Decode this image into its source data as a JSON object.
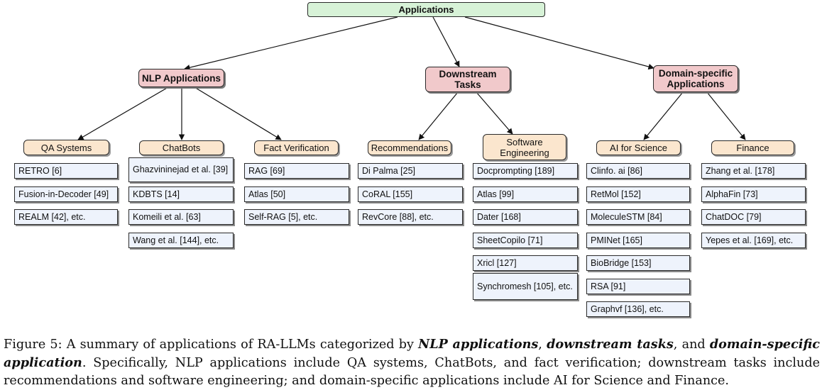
{
  "diagram": {
    "root": "Applications",
    "categories": [
      {
        "label": "NLP Applications",
        "subcategories": [
          {
            "label": "QA Systems",
            "items": [
              "RETRO [6]",
              "Fusion-in-Decoder [49]",
              "REALM [42], etc."
            ]
          },
          {
            "label": "ChatBots",
            "items": [
              "Ghazvininejad et al. [39]",
              "KDBTS [14]",
              "Komeili et al. [63]",
              "Wang et al. [144], etc."
            ]
          },
          {
            "label": "Fact Verification",
            "items": [
              "RAG [69]",
              "Atlas [50]",
              "Self-RAG [5], etc."
            ]
          }
        ]
      },
      {
        "label": "Downstream Tasks",
        "subcategories": [
          {
            "label": "Recommendations",
            "items": [
              "Di Palma [25]",
              "CoRAL [155]",
              "RevCore [88], etc."
            ]
          },
          {
            "label": "Software Engineering",
            "items": [
              "Docprompting [189]",
              "Atlas [99]",
              "Dater [168]",
              "SheetCopilo [71]",
              "Xricl [127]",
              "Synchromesh [105], etc."
            ]
          }
        ]
      },
      {
        "label": "Domain-specific Applications",
        "subcategories": [
          {
            "label": "AI for Science",
            "items": [
              "Clinfo. ai [86]",
              "RetMol [152]",
              "MoleculeSTM [84]",
              "PMINet [165]",
              "BioBridge [153]",
              "RSA [91]",
              "Graphvf [136], etc."
            ]
          },
          {
            "label": "Finance",
            "items": [
              "Zhang et al. [178]",
              "AlphaFin [73]",
              "ChatDOC [79]",
              "Yepes et al. [169], etc."
            ]
          }
        ]
      }
    ]
  },
  "caption": {
    "prefix": "Figure 5: A summary of applications of RA-LLMs categorized by ",
    "em1": "NLP applications",
    "sep1": ", ",
    "em2": "downstream tasks",
    "sep2": ", and ",
    "em3": "domain-specific application",
    "suffix": ". Specifically, NLP applications include QA systems, ChatBots, and fact verification; downstream tasks include recommendations and software engineering; and domain-specific applications include AI for Science and Finance."
  }
}
